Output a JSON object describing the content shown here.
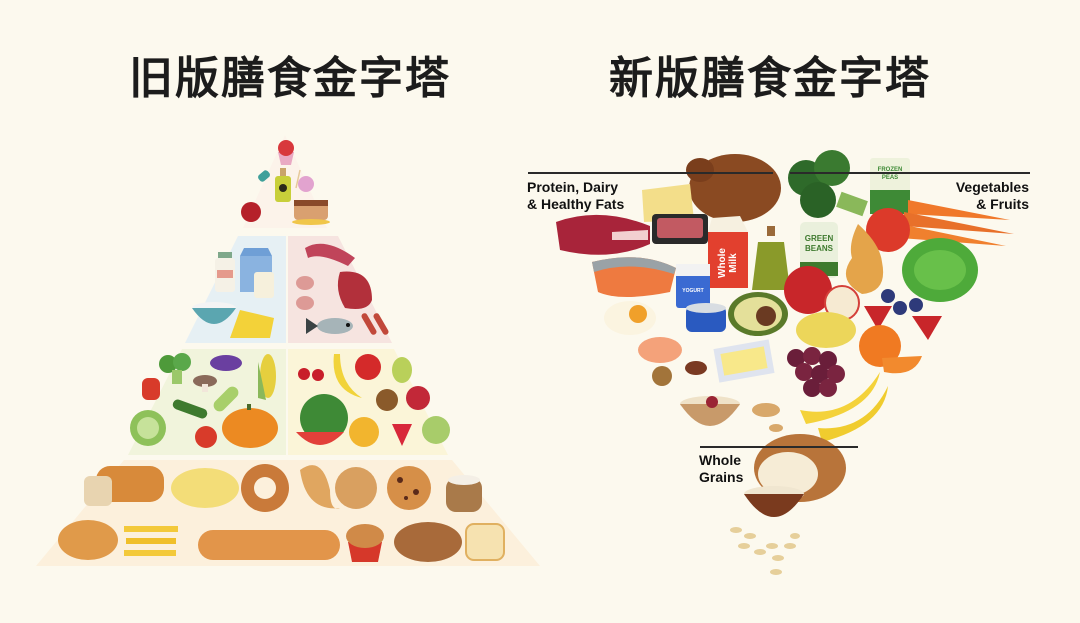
{
  "titles": {
    "old": "旧版膳食金字塔",
    "new": "新版膳食金字塔"
  },
  "colors": {
    "background": "#fcf9ee",
    "title_text": "#1c1c1c",
    "tier_top": "#fcf3ea",
    "tier_dairy": "#e6f0f4",
    "tier_meat": "#f6e4e0",
    "tier_veg": "#f1f4dc",
    "tier_fruit": "#fbf5d8",
    "tier_grains": "#fcf0dc"
  },
  "old_pyramid": {
    "tiers": [
      {
        "level": 1,
        "name": "Fats, oils & sweets",
        "items": [
          "cupcake",
          "candy",
          "olive-oil-bottle",
          "lollipop",
          "candied-apple",
          "cake"
        ]
      },
      {
        "level": 2,
        "name": "Dairy",
        "items": [
          "milk-bottle",
          "milk-carton",
          "yogurt-jar",
          "bowl",
          "cheese"
        ]
      },
      {
        "level": 2,
        "name": "Meat & fish",
        "items": [
          "ribs",
          "chicken-legs",
          "steak",
          "fish",
          "sausages"
        ]
      },
      {
        "level": 3,
        "name": "Vegetables",
        "items": [
          "pepper",
          "broccoli",
          "mushroom",
          "eggplant",
          "zucchini",
          "corn",
          "cabbage",
          "cucumber",
          "tomato",
          "pumpkin"
        ]
      },
      {
        "level": 3,
        "name": "Fruits",
        "items": [
          "cherries",
          "banana",
          "apple",
          "pear",
          "kiwi",
          "pomegranate",
          "watermelon",
          "orange",
          "strawberry",
          "grapes"
        ]
      },
      {
        "level": 4,
        "name": "Grains",
        "items": [
          "bread-loaf",
          "spaghetti",
          "bagel",
          "croissant",
          "cracker",
          "cookie",
          "flour-sack",
          "bun",
          "fries",
          "baguette",
          "muffin",
          "bundt-cake",
          "toast"
        ]
      }
    ]
  },
  "new_pyramid": {
    "labels": {
      "protein": [
        "Protein, Dairy",
        "& Healthy Fats"
      ],
      "vegetables": [
        "Vegetables",
        "& Fruits"
      ],
      "grains": [
        "Whole",
        "Grains"
      ]
    },
    "packaging_text": {
      "milk": "Whole Milk",
      "beans": "GREEN BEANS",
      "peas": "FROZEN PEAS",
      "yogurt": "YOGURT"
    },
    "items": {
      "protein": [
        "roast-chicken",
        "cheese",
        "steak",
        "ground-meat",
        "whole-milk",
        "salmon",
        "yogurt",
        "egg",
        "tuna-can",
        "avocado",
        "shrimp",
        "olive-oil",
        "butter",
        "walnuts",
        "almonds",
        "peanuts"
      ],
      "vegetables_fruits": [
        "broccoli",
        "frozen-peas",
        "carrots",
        "tomato",
        "green-beans",
        "squash",
        "lettuce",
        "apple",
        "blueberries",
        "strawberries",
        "potato",
        "grapes",
        "orange",
        "bananas"
      ],
      "grains": [
        "bread",
        "oatmeal-bowl",
        "oats"
      ]
    }
  }
}
